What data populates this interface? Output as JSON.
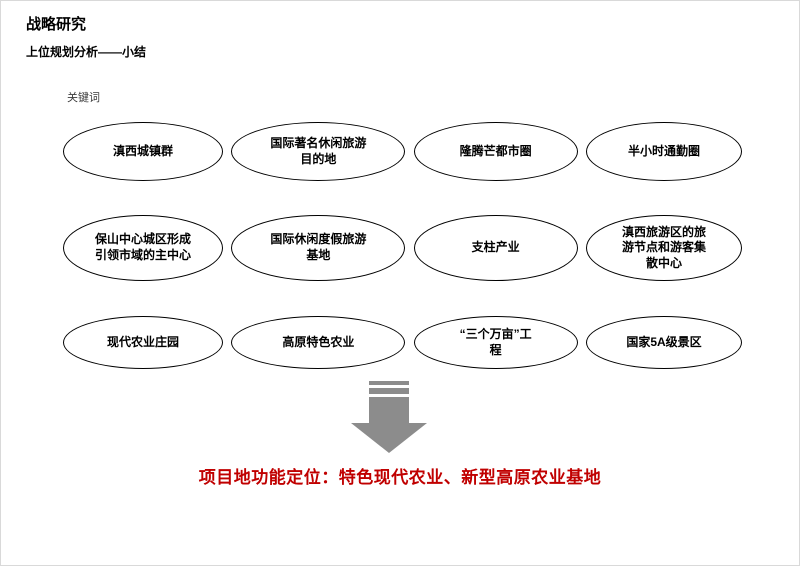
{
  "header": {
    "title": "战略研究",
    "subtitle": "上位规划分析——小结"
  },
  "keywords": {
    "label": "关键词",
    "rows": [
      {
        "items": [
          "滇西城镇群",
          "国际著名休闲旅游\n目的地",
          "隆腾芒都市圈",
          "半小时通勤圈"
        ]
      },
      {
        "items": [
          "保山中心城区形成\n引领市域的主中心",
          "国际休闲度假旅游\n基地",
          "支柱产业",
          "滇西旅游区的旅\n游节点和游客集\n散中心"
        ]
      },
      {
        "items": [
          "现代农业庄园",
          "高原特色农业",
          "“三个万亩”工\n程",
          "国家5A级景区"
        ]
      }
    ]
  },
  "arrow": {
    "icon": "striped-down-arrow",
    "color": "#8c8c8c"
  },
  "conclusion": {
    "text": "项目地功能定位：特色现代农业、新型高原农业基地",
    "color": "#c00000"
  }
}
